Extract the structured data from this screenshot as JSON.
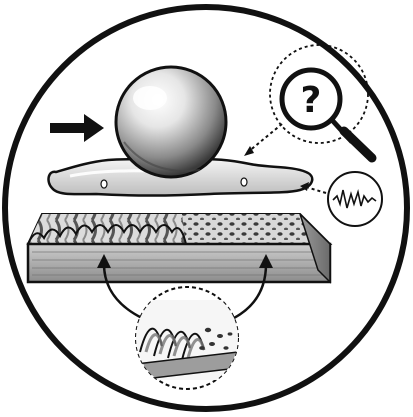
{
  "illustration": {
    "style": "black-and-white line drawing",
    "elements": [
      "outer-circle-frame",
      "sphere",
      "push-arrow",
      "liquid-film",
      "textured-substrate",
      "magnifier-icon",
      "question-mark-icon",
      "signal-wave-icon",
      "zoom-inset-circle"
    ]
  },
  "magnifier": {
    "symbol": "?"
  },
  "colors": {
    "ink": "#111111",
    "paper": "#ffffff",
    "shade": "#9a9a9a",
    "light_shade": "#d6d6d6"
  }
}
